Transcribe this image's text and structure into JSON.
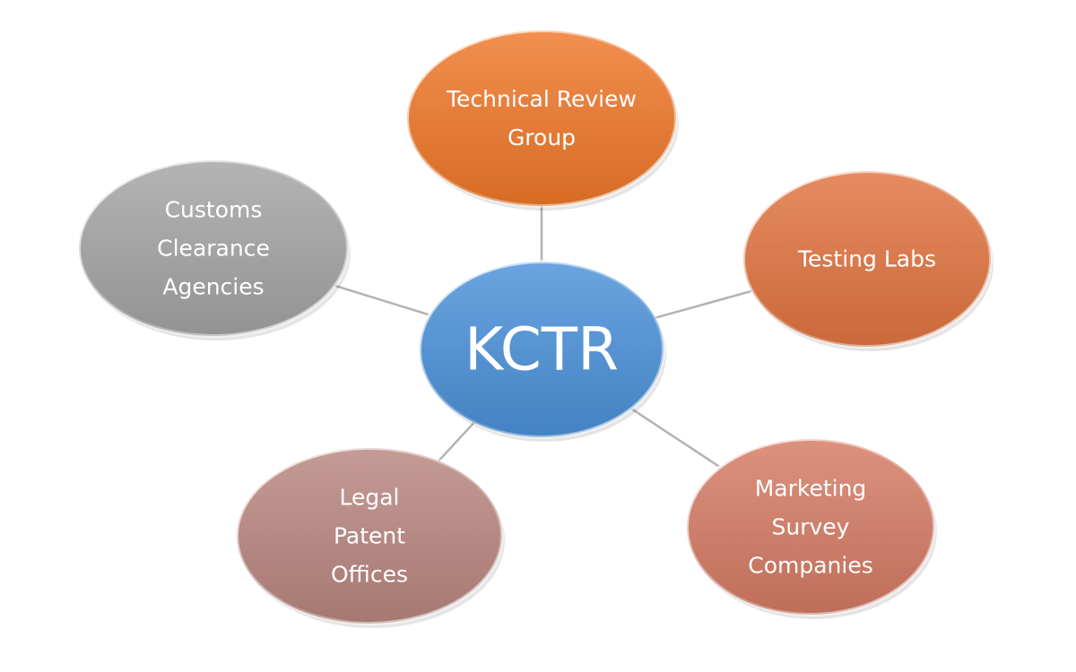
{
  "center": {
    "label": "KCTR",
    "color": "#4a90d9"
  },
  "nodes": [
    {
      "key": "technical-review",
      "lines": [
        "Technical Review",
        "Group"
      ],
      "color": "#ef7728"
    },
    {
      "key": "testing-labs",
      "lines": [
        "Testing Labs"
      ],
      "color": "#e0733f"
    },
    {
      "key": "marketing-survey",
      "lines": [
        "Marketing",
        "Survey",
        "Companies"
      ],
      "color": "#d47a63"
    },
    {
      "key": "legal-patent",
      "lines": [
        "Legal",
        "Patent",
        "Offices"
      ],
      "color": "#b8857f"
    },
    {
      "key": "customs-clearance",
      "lines": [
        "Customs",
        "Clearance",
        "Agencies"
      ],
      "color": "#a3a3a3"
    }
  ]
}
